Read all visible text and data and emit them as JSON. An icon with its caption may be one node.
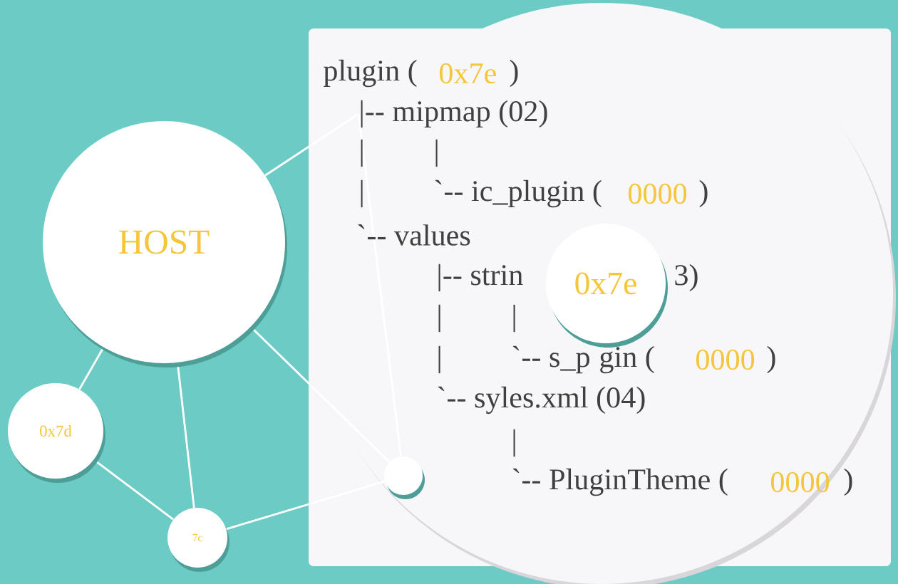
{
  "diagram": {
    "nodes": [
      {
        "text": [
          "HOST"
        ]
      },
      {
        "text": [
          "0x7d"
        ]
      },
      {
        "text": [
          "7c"
        ]
      },
      {
        "text": [],
        "shape": "circle"
      },
      {
        "text": [
          "0x7e"
        ]
      },
      {
        "text": [
          "|-- mipmap (02)"
        ]
      }
    ],
    "edges": [
      {
        "from": 0,
        "to": 5,
        "arrow": "none"
      },
      {
        "from": 5,
        "to": 3,
        "arrow": "none"
      },
      {
        "from": 0,
        "to": 3,
        "arrow": "none"
      },
      {
        "from": 0,
        "to": 1,
        "arrow": "none"
      },
      {
        "from": 0,
        "to": 2,
        "arrow": "none"
      },
      {
        "from": 1,
        "to": 2,
        "arrow": "none"
      },
      {
        "from": 2,
        "to": 3,
        "arrow": "none"
      }
    ],
    "labels": [
      "plugin (",
      "0x7e",
      ")",
      "|",
      "|",
      "|",
      "`-- ic_plugin (",
      "0000",
      ")",
      "`-- values",
      "|-- strin",
      "3)",
      "|",
      "|",
      "|",
      "`-- s_p",
      "gin (",
      "0000",
      ")",
      "`-- syles.xml (04)",
      "|",
      "`-- PluginTheme (",
      "0000",
      ")"
    ]
  }
}
